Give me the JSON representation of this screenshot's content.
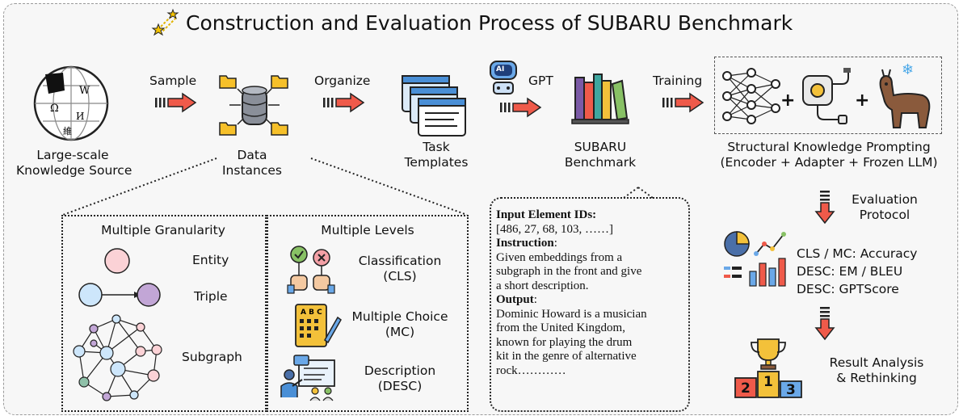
{
  "title": "Construction and Evaluation Process of SUBARU Benchmark",
  "pipeline": {
    "source_label": [
      "Large-scale",
      "Knowledge Source"
    ],
    "arrow_sample": "Sample",
    "data_label": [
      "Data",
      "Instances"
    ],
    "arrow_organize": "Organize",
    "templates_label": [
      "Task",
      "Templates"
    ],
    "arrow_gpt": "GPT",
    "gpt_badge": "AI",
    "benchmark_label": [
      "SUBARU",
      "Benchmark"
    ],
    "arrow_training": "Training",
    "skp_label": [
      "Structural Knowledge Prompting",
      "(Encoder + Adapter + Frozen LLM)"
    ],
    "plus": "+"
  },
  "granularity": {
    "heading": "Multiple Granularity",
    "items": [
      "Entity",
      "Triple",
      "Subgraph"
    ]
  },
  "levels": {
    "heading": "Multiple Levels",
    "items": [
      [
        "Classification",
        "(CLS)"
      ],
      [
        "Multiple Choice",
        "(MC)"
      ],
      [
        "Description",
        "(DESC)"
      ]
    ]
  },
  "example": {
    "input_head": "Input Element IDs:",
    "input_value": "[486, 27, 68, 103, ……]",
    "instruction_head": "Instruction",
    "instruction_text": [
      "Given embeddings from a",
      "subgraph in the front and give",
      "a short description."
    ],
    "output_head": "Output",
    "output_text": [
      "Dominic Howard is a musician",
      "from the United Kingdom,",
      "known for playing the drum",
      "kit in the genre of alternative",
      "rock…………"
    ]
  },
  "evaluation": {
    "label": [
      "Evaluation",
      "Protocol"
    ],
    "metrics": [
      "CLS / MC: Accuracy",
      "DESC: EM / BLEU",
      "DESC: GPTScore"
    ],
    "result_label": [
      "Result Analysis",
      "& Rethinking"
    ],
    "podium": [
      "2",
      "1",
      "3"
    ]
  },
  "colors": {
    "arrow": "#ef5a4a",
    "arrow_outline": "#222222",
    "frame_bg": "#f7f7f7",
    "pink_node": "#fbd2d6",
    "blue_node": "#cde6fb",
    "purple_node": "#c2a6d6"
  }
}
